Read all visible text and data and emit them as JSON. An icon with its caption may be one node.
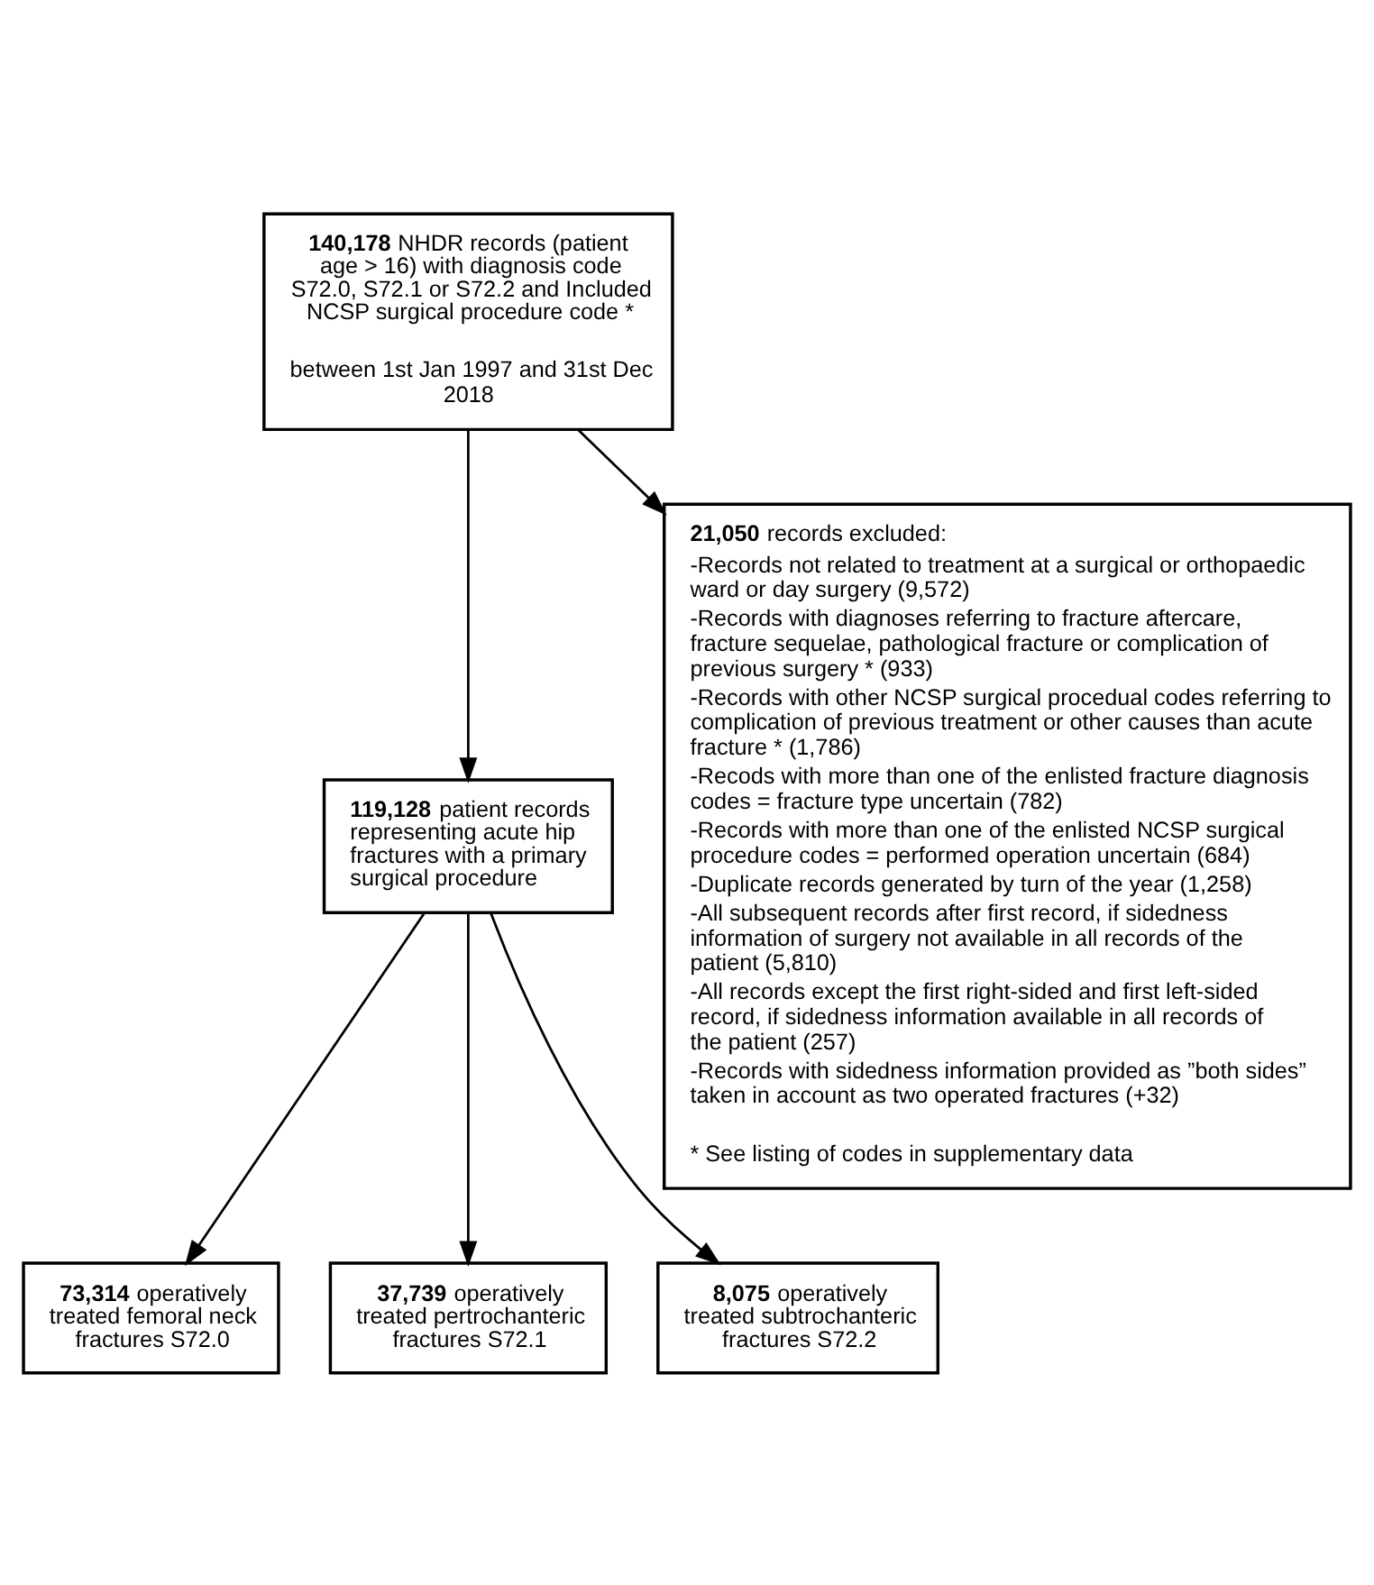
{
  "diagram": {
    "nodes": [
      {
        "text": [
          "**140,178** NHDR records (patient age > 16) with diagnosis code S72.0, S72.1 or S72.2 and Included NCSP surgical procedure code *",
          "between 1st Jan 1997 and 31st Dec 2018"
        ]
      },
      {
        "text": [
          "**21,050** records excluded:",
          "-Records not related to treatment at a surgical or orthopaedic ward or day surgery (9,572)",
          "-Records with diagnoses referring to fracture aftercare, fracture sequelae, pathological fracture or complication of previous surgery * (933)",
          "-Records with other NCSP surgical procedual codes referring to complication of previous treatment or other causes than acute fracture * (1,786)",
          "-Recods with more than one of the enlisted fracture diagnosis codes = fracture type uncertain (782)",
          "-Records with more than one of the enlisted NCSP surgical procedure codes = performed operation uncertain (684)",
          "-Duplicate records generated by turn of the year (1,258)",
          "-All subsequent records after first record, if sidedness information of surgery not available in all records of the patient (5,810)",
          "-All records except the first right-sided and first left-sided record, if sidedness information available in all records of the patient (257)",
          "-Records with sidedness information provided as ”both sides” taken in account as two operated fractures (+32)",
          "* See listing of codes in supplementary data"
        ]
      },
      {
        "text": [
          "**119,128** patient records representing acute hip fractures with a primary surgical procedure"
        ]
      },
      {
        "text": [
          "**73,314** operatively treated femoral neck fractures S72.0"
        ]
      },
      {
        "text": [
          "**37,739** operatively treated pertrochanteric fractures S72.1"
        ]
      },
      {
        "text": [
          "**8,075** operatively treated subtrochanteric fractures S72.2"
        ]
      }
    ],
    "edges": [
      {
        "from": 0,
        "to": 2,
        "arrow": "to"
      },
      {
        "from": 0,
        "to": 1,
        "arrow": "to"
      },
      {
        "from": 2,
        "to": 3,
        "arrow": "to"
      },
      {
        "from": 2,
        "to": 4,
        "arrow": "to"
      },
      {
        "from": 2,
        "to": 5,
        "arrow": "to"
      }
    ]
  }
}
